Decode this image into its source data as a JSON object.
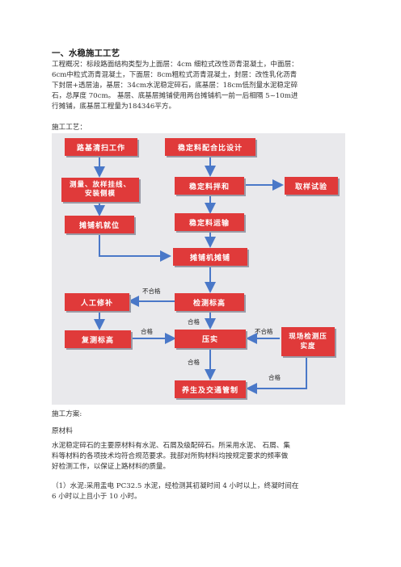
{
  "document": {
    "heading": "一、水稳施工工艺",
    "overview_lines": [
      "工程概况：标段路面结构类型为上面层：4cm 细粒式改性沥青混凝土，中面层：",
      "6cm中粒式沥青混凝土，下面层：8cm粗粒式沥青混凝土，封层：改性乳化沥青",
      "下封层+透层油，基层：34cm水泥稳定碎石，底基层：18cm低剂量水泥稳定碎",
      "石，总厚度 70cm。 基层、底基层摊铺使用两台摊铺机一前一后相隔 5~10m进",
      "行摊铺，底基层工程量为184346平方。"
    ],
    "process_label": "施工工艺：",
    "plan_label": "施工方案:",
    "materials_label": "原材料",
    "materials_lines": [
      "水泥稳定碎石的主要原材料有水泥、石屑及级配碎石。所采用水泥、 石屑、集",
      "料等材料的各项技术均符合规范要求。我部对所购材料均按规定要求的频率做",
      "好检测工作，以保证上路材料的质量。"
    ],
    "cement_lines": [
      "（1）水泥:采用盂电 PC32.5 水泥，经检测其初凝时间 4 小时以上，终凝时间在",
      "6 小时以上且小于 10 小时。"
    ]
  },
  "flowchart": {
    "nodes": {
      "subgrade": "路基清扫工作",
      "mix_design": "稳定料配合比设计",
      "survey": "测量、放样挂线、安装侧模",
      "mixing": "稳定料拌和",
      "sampling": "取样试验",
      "transport": "稳定料运输",
      "paver_position": "摊铺机就位",
      "paving": "摊铺机摊铺",
      "manual_repair": "人工修补",
      "check_elevation": "检测标高",
      "recheck_elevation": "复测标高",
      "compaction": "压实",
      "field_test": "现场检测压实度",
      "curing": "养生及交通管制"
    },
    "edge_labels": {
      "unqualified_1": "不合格",
      "unqualified_2": "不合格",
      "qualified_1": "合格",
      "qualified_2": "合格",
      "qualified_3": "合格",
      "qualified_4": "合格"
    }
  }
}
